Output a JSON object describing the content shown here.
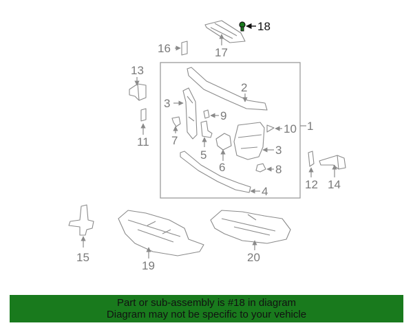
{
  "highlight_color": "#197a1d",
  "callouts": {
    "c1": "1",
    "c2": "2",
    "c3a": "3",
    "c3b": "3",
    "c4": "4",
    "c5": "5",
    "c6": "6",
    "c7": "7",
    "c8": "8",
    "c9": "9",
    "c10": "10",
    "c11": "11",
    "c12": "12",
    "c13": "13",
    "c14": "14",
    "c15": "15",
    "c16": "16",
    "c17": "17",
    "c18": "18",
    "c19": "19",
    "c20": "20"
  },
  "banner": {
    "line1": "Part or sub-assembly is #18 in diagram",
    "line2": "Diagram may not be specific to your vehicle"
  }
}
